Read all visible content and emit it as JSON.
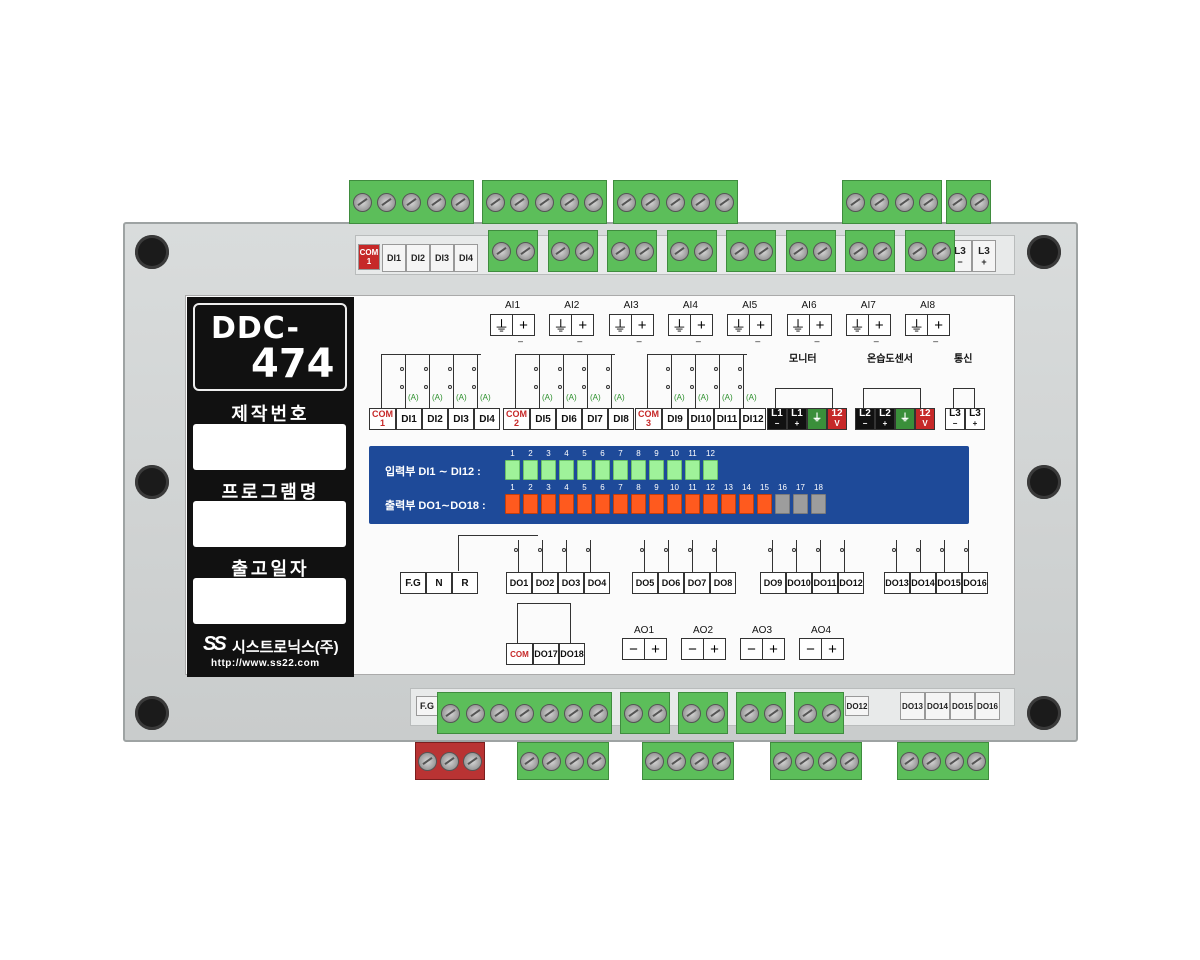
{
  "device": {
    "model_line1": "DDC-",
    "model_line2": "474",
    "labels": [
      "제작번호",
      "프로그램명",
      "출고일자"
    ],
    "company": "시스트로닉스(주)",
    "company_mark": "SS",
    "url": "http://www.ss22.com"
  },
  "top_strip": {
    "com_label": "COM",
    "com_num": "1",
    "di_labels": [
      "DI1",
      "DI2",
      "DI3",
      "DI4"
    ],
    "right_labels": [
      "L3",
      "L3"
    ],
    "right_signs": [
      "−",
      "+"
    ]
  },
  "analog_inputs": [
    "AI1",
    "AI2",
    "AI3",
    "AI4",
    "AI5",
    "AI6",
    "AI7",
    "AI8"
  ],
  "ai_symbols": [
    "⏚",
    "+"
  ],
  "ai_minus": "–",
  "di_groups": [
    {
      "com": "COM",
      "num": "1",
      "items": [
        "DI1",
        "DI2",
        "DI3",
        "DI4"
      ]
    },
    {
      "com": "COM",
      "num": "2",
      "items": [
        "DI5",
        "DI6",
        "DI7",
        "DI8"
      ]
    },
    {
      "com": "COM",
      "num": "3",
      "items": [
        "DI9",
        "DI10",
        "DI11",
        "DI12"
      ]
    }
  ],
  "di_mode": "(A)",
  "aux_groups": [
    {
      "title": "모니터",
      "cells": [
        {
          "t": "L1",
          "s": "−"
        },
        {
          "t": "L1",
          "s": "+"
        },
        {
          "t": "⏚",
          "s": ""
        },
        {
          "t": "12",
          "s": "V"
        }
      ]
    },
    {
      "title": "온습도센서",
      "cells": [
        {
          "t": "L2",
          "s": "−"
        },
        {
          "t": "L2",
          "s": "+"
        },
        {
          "t": "⏚",
          "s": ""
        },
        {
          "t": "12",
          "s": "V"
        }
      ]
    },
    {
      "title": "통신",
      "cells": [
        {
          "t": "L3",
          "s": "−"
        },
        {
          "t": "L3",
          "s": "+"
        }
      ]
    }
  ],
  "led_panel": {
    "input_title": "입력부 DI1 ∼ DI12  :",
    "output_title": "출력부 DO1∼DO18  :",
    "input_numbers": [
      "1",
      "2",
      "3",
      "4",
      "5",
      "6",
      "7",
      "8",
      "9",
      "10",
      "11",
      "12"
    ],
    "output_numbers": [
      "1",
      "2",
      "3",
      "4",
      "5",
      "6",
      "7",
      "8",
      "9",
      "10",
      "11",
      "12",
      "13",
      "14",
      "15",
      "16",
      "17",
      "18"
    ],
    "input_lit_count": 12,
    "output_lit_count": 15,
    "colors": {
      "input_on": "#9ff29a",
      "output_on": "#ff5a1e",
      "off": "#9d9d9d"
    }
  },
  "power": [
    "F.G",
    "N",
    "R"
  ],
  "do_groups": [
    [
      "DO1",
      "DO2",
      "DO3",
      "DO4"
    ],
    [
      "DO5",
      "DO6",
      "DO7",
      "DO8"
    ],
    [
      "DO9",
      "DO10",
      "DO11",
      "DO12"
    ],
    [
      "DO13",
      "DO14",
      "DO15",
      "DO16"
    ]
  ],
  "do_extra": {
    "com": "COM",
    "items": [
      "DO17",
      "DO18"
    ]
  },
  "analog_outputs": [
    "AO1",
    "AO2",
    "AO3",
    "AO4"
  ],
  "ao_symbols": [
    "−",
    "+"
  ],
  "bottom_strip": {
    "left_label": "F.G",
    "mid_label": "DO12",
    "right_labels": [
      "DO13",
      "DO14",
      "DO15",
      "DO16"
    ]
  }
}
